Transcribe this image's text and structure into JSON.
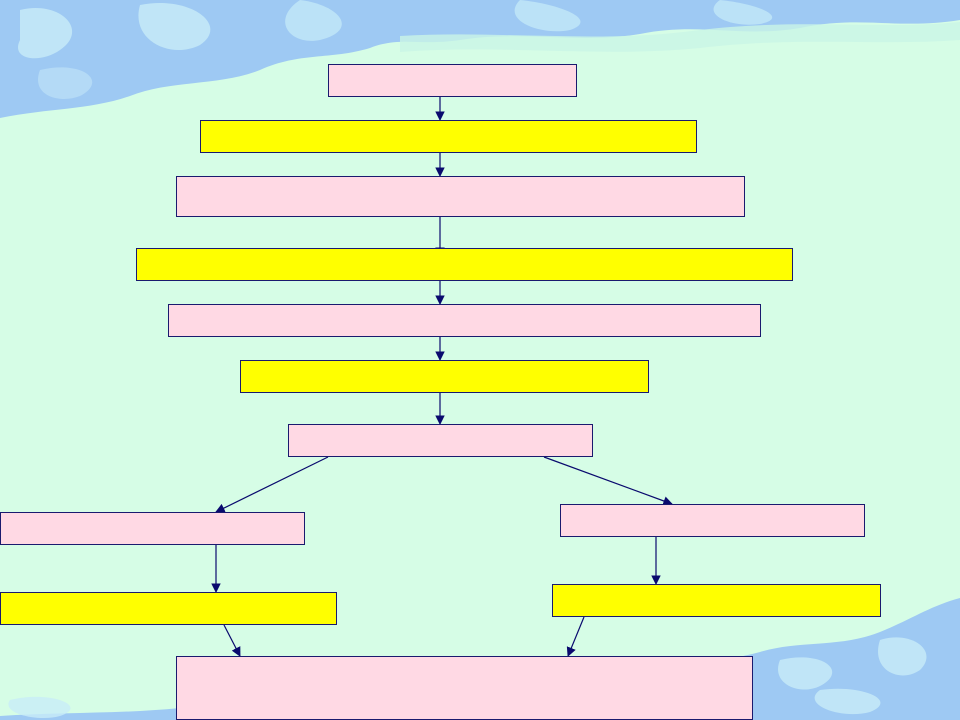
{
  "colors": {
    "pink_box": "#ffd9e4",
    "yellow_box": "#ffff00",
    "arrow": "#0a0a6e",
    "background_light": "#d6fde6",
    "background_blue": "#9ec9f3"
  },
  "flowchart": {
    "boxes": [
      {
        "id": "n1",
        "text": "",
        "color": "pink"
      },
      {
        "id": "n2",
        "text": "",
        "color": "yellow"
      },
      {
        "id": "n3",
        "text": "",
        "color": "pink"
      },
      {
        "id": "n4",
        "text": "",
        "color": "yellow"
      },
      {
        "id": "n5",
        "text": "",
        "color": "pink"
      },
      {
        "id": "n6",
        "text": "",
        "color": "yellow"
      },
      {
        "id": "n7",
        "text": "",
        "color": "pink"
      },
      {
        "id": "n8",
        "text": "",
        "color": "pink"
      },
      {
        "id": "n9",
        "text": "",
        "color": "yellow"
      },
      {
        "id": "n10",
        "text": "",
        "color": "pink"
      },
      {
        "id": "n11",
        "text": "",
        "color": "yellow"
      },
      {
        "id": "n12",
        "text": "",
        "color": "pink"
      }
    ],
    "edges": [
      [
        "n1",
        "n2"
      ],
      [
        "n2",
        "n3"
      ],
      [
        "n3",
        "n4"
      ],
      [
        "n4",
        "n5"
      ],
      [
        "n5",
        "n6"
      ],
      [
        "n6",
        "n7"
      ],
      [
        "n7",
        "n8"
      ],
      [
        "n7",
        "n10"
      ],
      [
        "n8",
        "n9"
      ],
      [
        "n10",
        "n11"
      ],
      [
        "n9",
        "n12"
      ],
      [
        "n11",
        "n12"
      ]
    ]
  }
}
